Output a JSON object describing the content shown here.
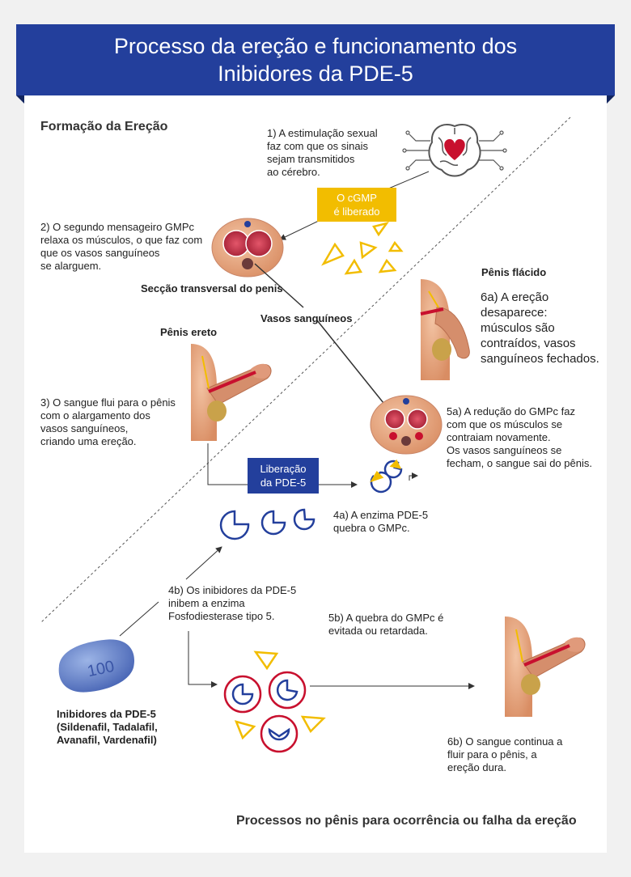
{
  "header": {
    "title_line1": "Processo da ereção e funcionamento dos",
    "title_line2": "Inibidores da PDE-5"
  },
  "section_title": "Formação da Ereção",
  "step1": [
    "1) A estimulação sexual",
    "faz com que os sinais",
    "sejam transmitidos",
    "ao cérebro."
  ],
  "cgmp_box": [
    "O cGMP",
    "é liberado"
  ],
  "step2": [
    "2) O segundo mensageiro GMPc",
    "relaxa os músculos, o que faz com",
    "que os vasos sanguíneos",
    "se alarguem."
  ],
  "cross_section_label": "Secção transversal do penis",
  "vessels_label": "Vasos sanguíneos",
  "flaccid_label": "Pênis flácido",
  "step6a": [
    "6a) A ereção",
    "desaparece:",
    "músculos são",
    "contraídos, vasos",
    "sanguíneos fechados."
  ],
  "erect_label": "Pênis ereto",
  "step3": [
    "3) O sangue flui para o pênis",
    "com o alargamento dos",
    "vasos sanguíneos,",
    "criando uma ereção."
  ],
  "step5a": [
    "5a) A redução do GMPc faz",
    "com que os músculos se",
    "contraiam novamente.",
    "Os vasos sanguíneos se",
    "fecham, o sangue sai do pênis."
  ],
  "pde5_box": [
    "Liberação",
    "da PDE-5"
  ],
  "step4a": [
    "4a) A enzima PDE-5",
    "quebra o GMPc."
  ],
  "step4b": [
    "4b) Os inibidores da PDE-5",
    "inibem a enzima",
    "Fosfodiesterase tipo 5."
  ],
  "step5b": [
    "5b) A quebra do GMPc é",
    "evitada ou retardada."
  ],
  "pill_text": "100",
  "inhibitors": [
    "Inibidores da PDE-5",
    "(Sildenafil, Tadalafil,",
    "Avanafil, Vardenafil)"
  ],
  "step6b": [
    "6b) O sangue continua a",
    "fluir para o pênis, a",
    "ereção dura."
  ],
  "footer": "Processos no pênis para ocorrência ou falha da ereção",
  "colors": {
    "banner": "#233f9c",
    "yellow": "#f2bd00",
    "navy": "#233f9c",
    "red": "#c8102e",
    "skin": "#e8a07a"
  },
  "icons": [
    "brain-icon",
    "heart-icon",
    "cgmp-triangle-icon",
    "pde5-enzyme-icon",
    "pill-icon",
    "penis-illustration",
    "cross-section-illustration"
  ]
}
